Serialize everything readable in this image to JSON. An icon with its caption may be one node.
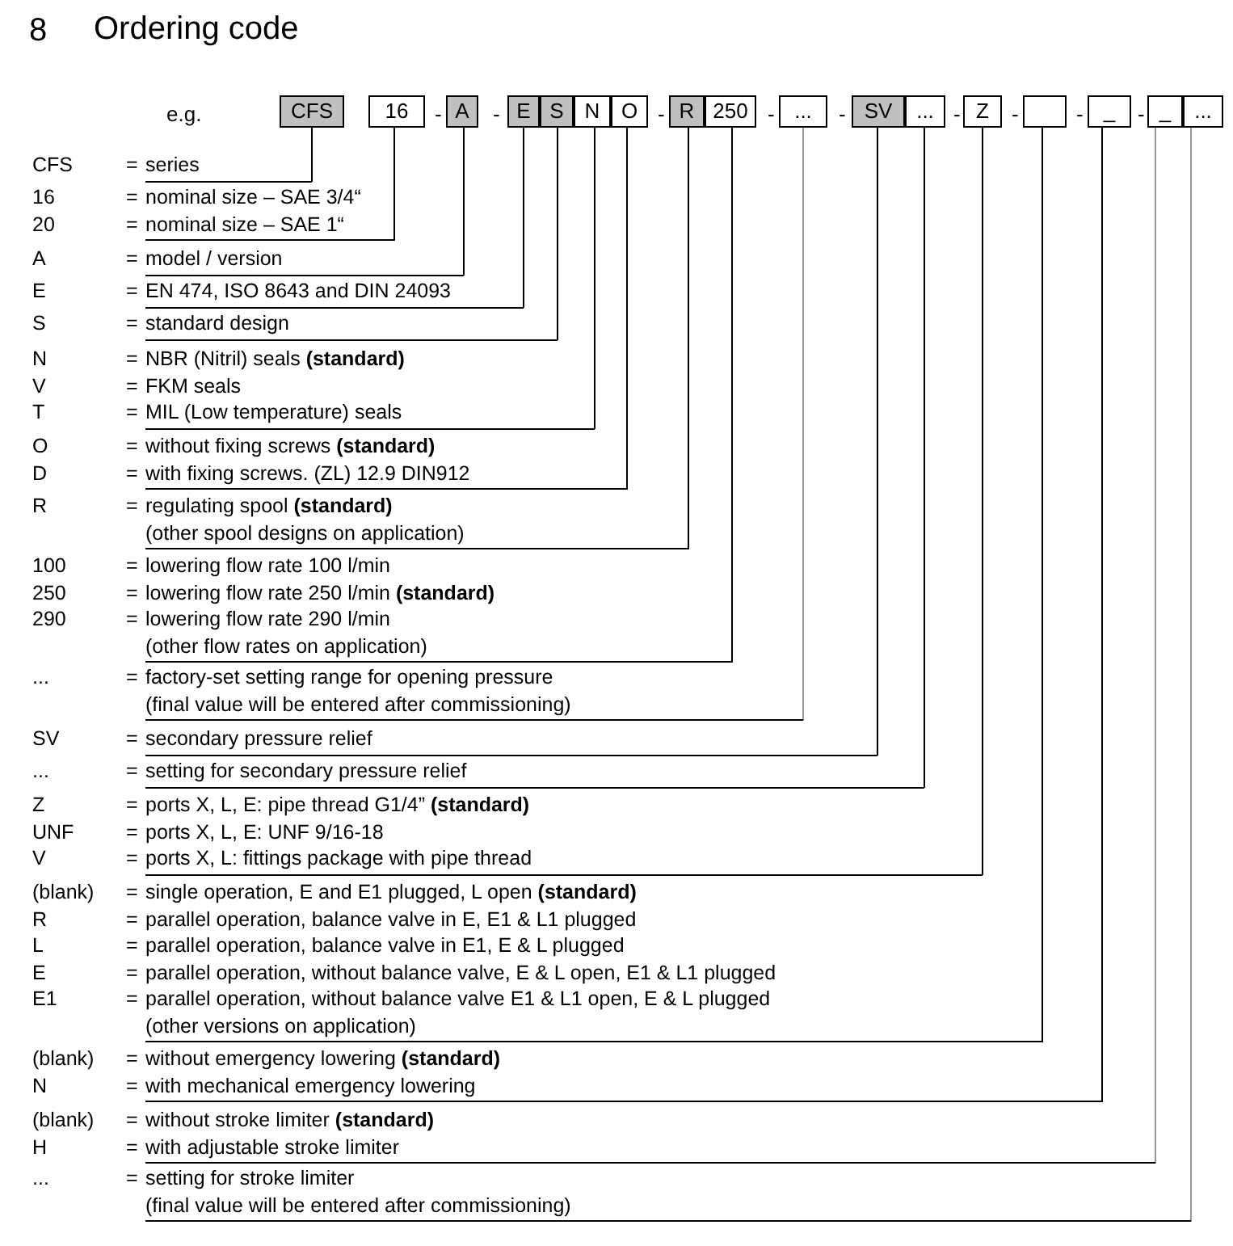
{
  "diagram": {
    "title": "Ordering code",
    "nodes": [
      {
        "text": [
          "CFS"
        ]
      },
      {
        "text": [
          "16"
        ]
      },
      {
        "text": [
          "A"
        ]
      },
      {
        "text": [
          "E"
        ]
      },
      {
        "text": [
          "S"
        ]
      },
      {
        "text": [
          "N"
        ]
      },
      {
        "text": [
          "O"
        ]
      },
      {
        "text": [
          "R"
        ]
      },
      {
        "text": [
          "250"
        ]
      },
      {
        "text": [
          "..."
        ]
      },
      {
        "text": [
          "SV"
        ]
      },
      {
        "text": [
          "..."
        ]
      },
      {
        "text": [
          "Z"
        ]
      },
      {
        "text": [],
        "shape": "box"
      },
      {
        "text": [
          "_"
        ]
      },
      {
        "text": [
          "_"
        ]
      },
      {
        "text": [
          "..."
        ]
      },
      {
        "text": [
          "CFS",
          "=",
          "series"
        ]
      },
      {
        "text": [
          "16",
          "=",
          "nominal size – SAE 3/4“",
          "20",
          "=",
          "nominal size – SAE 1“"
        ]
      },
      {
        "text": [
          "A",
          "=",
          "model / version"
        ]
      },
      {
        "text": [
          "E",
          "=",
          "EN 474, ISO 8643 and DIN 24093"
        ]
      },
      {
        "text": [
          "S",
          "=",
          "standard design"
        ]
      },
      {
        "text": [
          "N",
          "=",
          "NBR (Nitril) seals **(standard)**",
          "V",
          "=",
          "FKM seals",
          "T",
          "=",
          "MIL (Low temperature) seals"
        ]
      },
      {
        "text": [
          "O",
          "=",
          "without fixing screws **(standard)**",
          "D",
          "=",
          "with fixing screws. (ZL) 12.9 DIN912"
        ]
      },
      {
        "text": [
          "R",
          "=",
          "regulating spool **(standard)**",
          "(other spool designs on application)"
        ]
      },
      {
        "text": [
          "100",
          "=",
          "lowering flow rate 100 l/min",
          "250",
          "=",
          "lowering flow rate 250 l/min **(standard)**",
          "290",
          "=",
          "lowering flow rate 290 l/min",
          "(other flow rates on application)"
        ]
      },
      {
        "text": [
          "...",
          "=",
          "factory-set setting range for opening pressure",
          "(final value will be entered after commissioning)"
        ]
      },
      {
        "text": [
          "SV",
          "=",
          "secondary pressure relief"
        ]
      },
      {
        "text": [
          "...",
          "=",
          "setting for secondary pressure relief"
        ]
      },
      {
        "text": [
          "Z",
          "=",
          "ports X, L, E: pipe thread G1/4” **(standard)**",
          "UNF",
          "=",
          "ports X, L, E: UNF 9/16-18",
          "V",
          "=",
          "ports X, L: fittings package with pipe thread"
        ]
      },
      {
        "text": [
          "(blank)",
          "=",
          "single operation, E and E1 plugged, L open **(standard)**",
          "R",
          "=",
          "parallel operation, balance valve in E, E1 & L1 plugged",
          "L",
          "=",
          "parallel operation, balance valve in E1, E & L plugged",
          "E",
          "=",
          "parallel operation, without balance valve, E & L open, E1 & L1 plugged",
          "E1",
          "=",
          "parallel operation, without balance valve E1 & L1 open, E & L plugged",
          "(other versions on application)"
        ]
      },
      {
        "text": [
          "(blank)",
          "=",
          "without emergency lowering **(standard)**",
          "N",
          "=",
          "with mechanical emergency lowering"
        ]
      },
      {
        "text": [
          "(blank)",
          "=",
          "without stroke limiter **(standard)**",
          "H",
          "=",
          "with adjustable stroke limiter"
        ]
      },
      {
        "text": [
          "...",
          "=",
          "setting for stroke limiter",
          "(final value will be entered after commissioning)"
        ]
      }
    ],
    "edges": [
      {
        "from": 0,
        "to": 17,
        "arrow": "none"
      },
      {
        "from": 1,
        "to": 18,
        "arrow": "none"
      },
      {
        "from": 2,
        "to": 19,
        "arrow": "none"
      },
      {
        "from": 3,
        "to": 20,
        "arrow": "none"
      },
      {
        "from": 4,
        "to": 21,
        "arrow": "none"
      },
      {
        "from": 5,
        "to": 22,
        "arrow": "none"
      },
      {
        "from": 6,
        "to": 23,
        "arrow": "none"
      },
      {
        "from": 7,
        "to": 24,
        "arrow": "none"
      },
      {
        "from": 8,
        "to": 25,
        "arrow": "none"
      },
      {
        "from": 9,
        "to": 26,
        "arrow": "none",
        "color": "#999999"
      },
      {
        "from": 10,
        "to": 27,
        "arrow": "none"
      },
      {
        "from": 11,
        "to": 28,
        "arrow": "none"
      },
      {
        "from": 12,
        "to": 29,
        "arrow": "none"
      },
      {
        "from": 13,
        "to": 30,
        "arrow": "none"
      },
      {
        "from": 14,
        "to": 31,
        "arrow": "none"
      },
      {
        "from": 15,
        "to": 32,
        "arrow": "none",
        "color": "#999999"
      },
      {
        "from": 16,
        "to": 33,
        "arrow": "none",
        "color": "#999999"
      }
    ],
    "labels": [
      "8",
      "e.g.",
      "-",
      "-",
      "-",
      "-",
      "-",
      "-",
      "-",
      "-",
      "-"
    ]
  }
}
